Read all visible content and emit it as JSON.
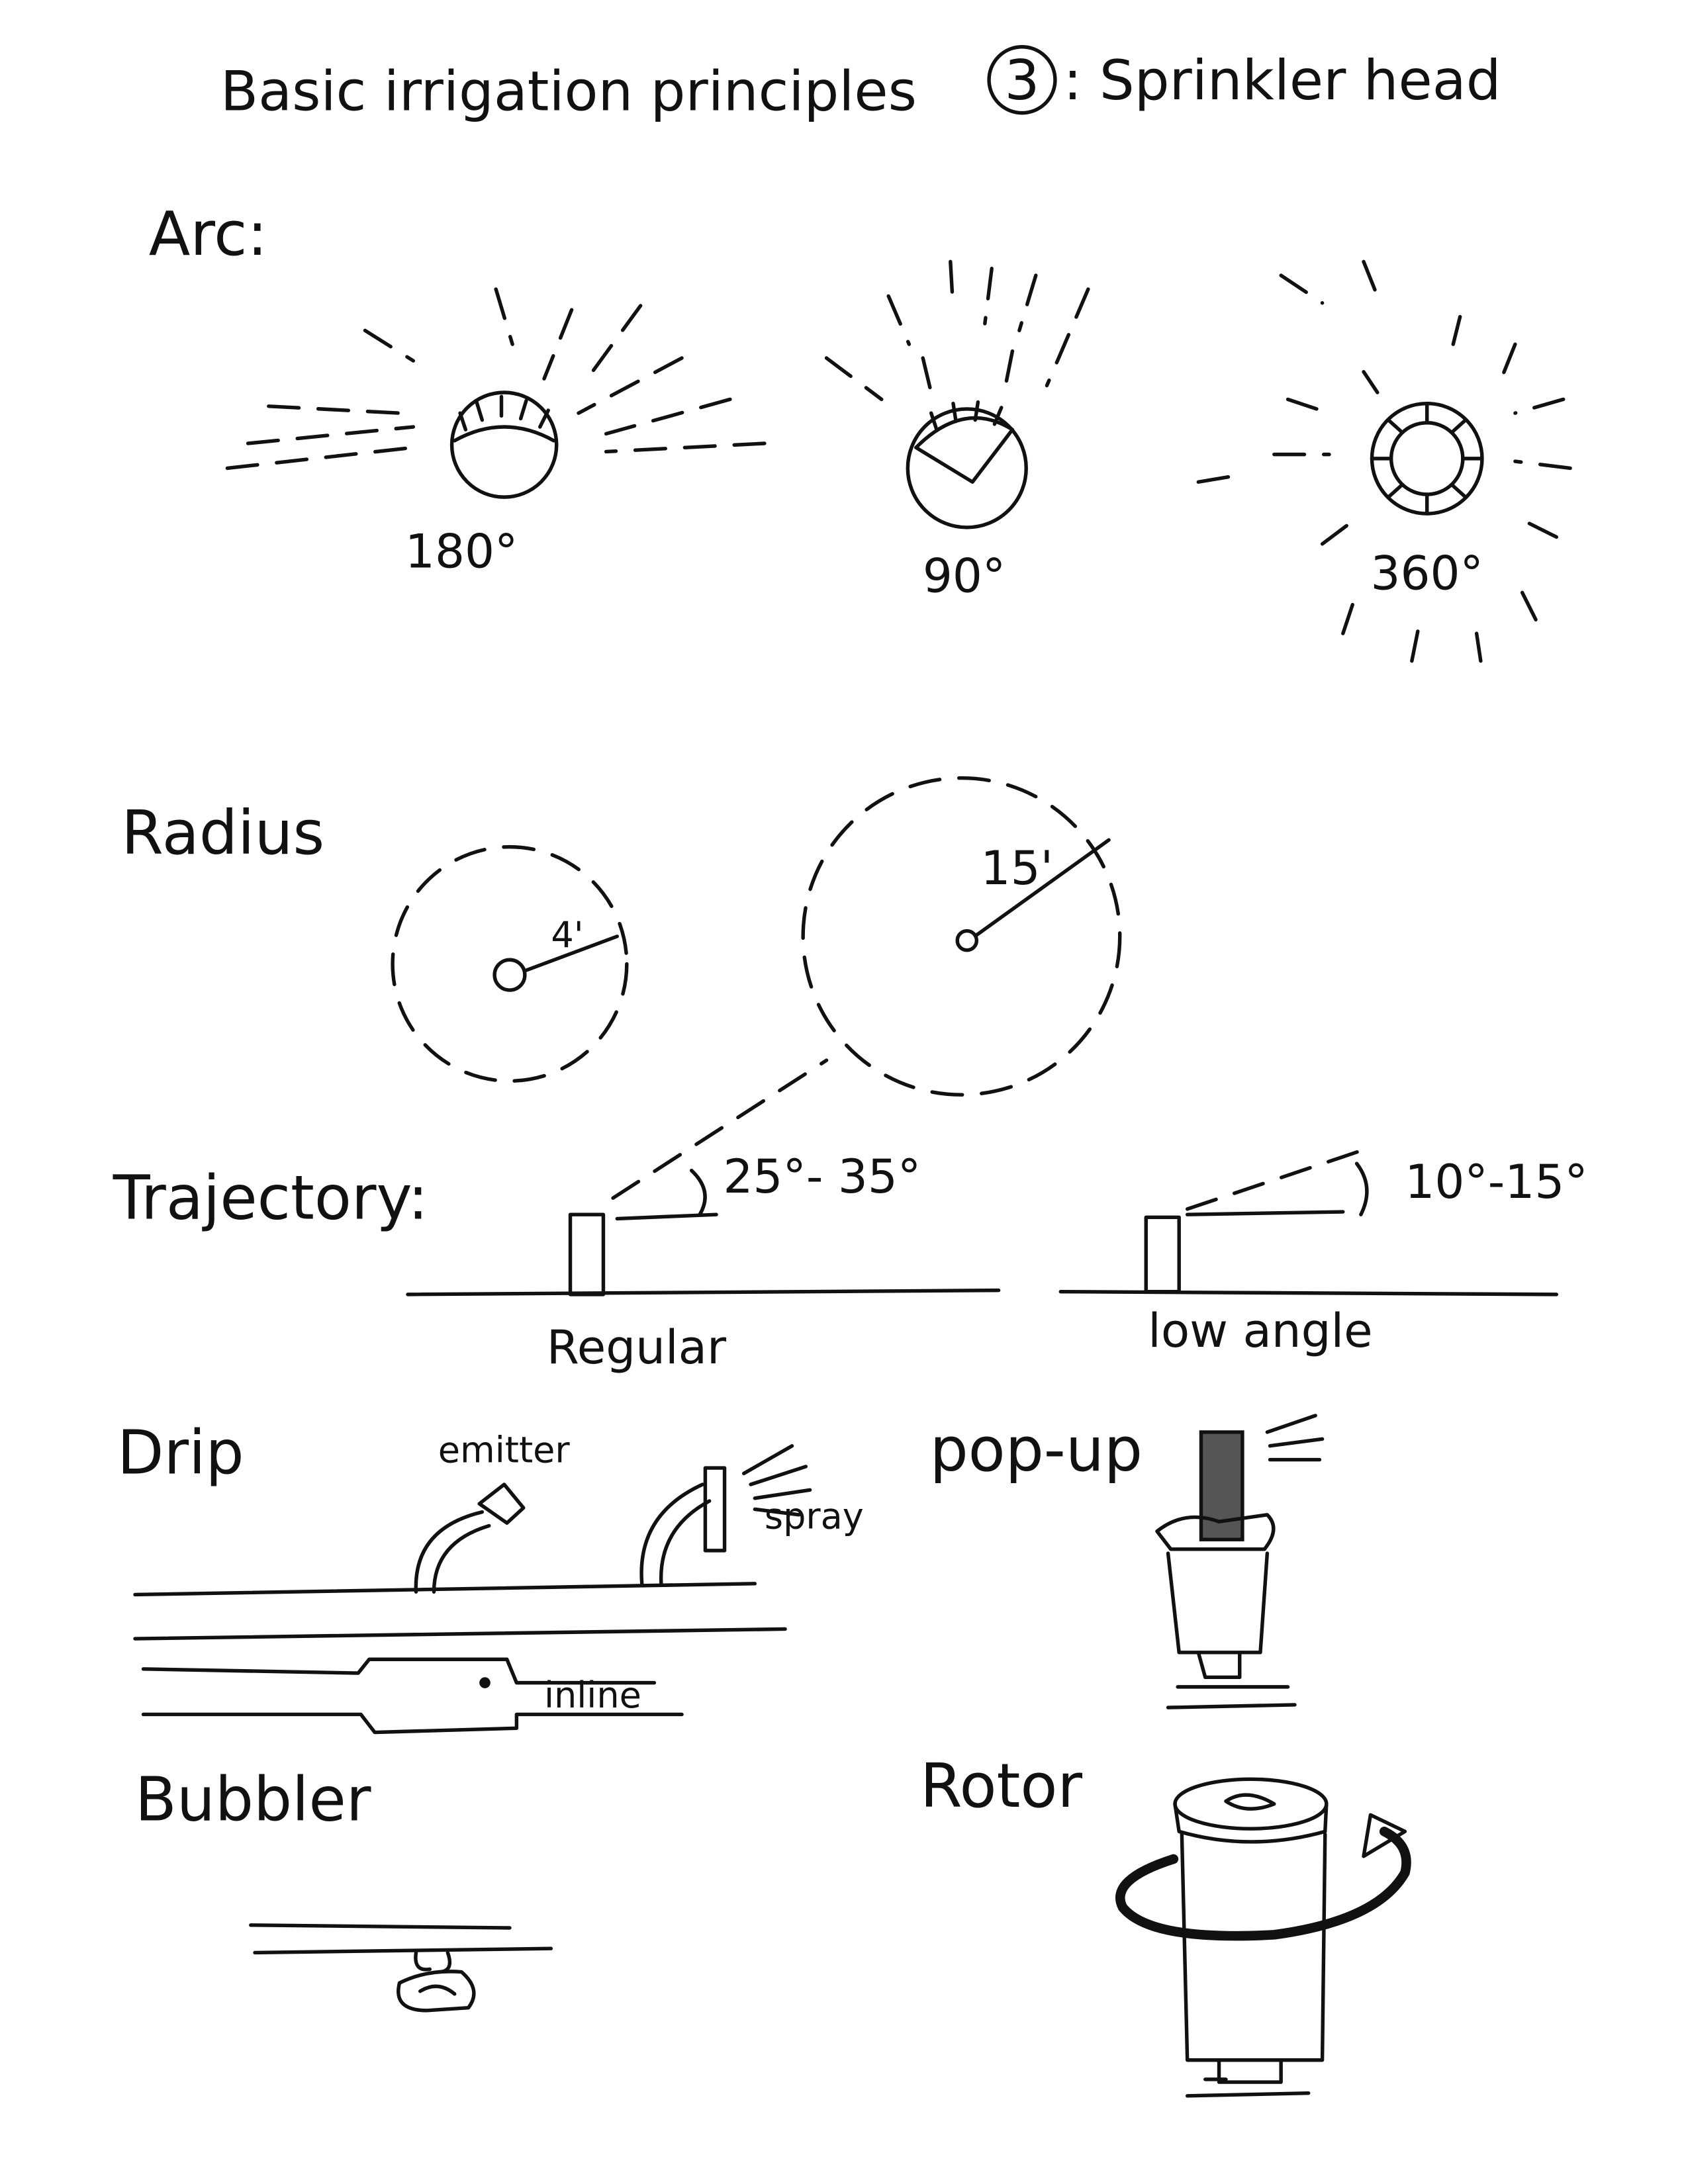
{
  "title": {
    "text": "Basic irrigation principles",
    "number": "3",
    "subtitle": ": Sprinkler head"
  },
  "arc": {
    "heading": "Arc:",
    "items": [
      {
        "label": "180°"
      },
      {
        "label": "90°"
      },
      {
        "label": "360°"
      }
    ]
  },
  "radius": {
    "heading": "Radius",
    "items": [
      {
        "label": "4'"
      },
      {
        "label": "15'"
      }
    ]
  },
  "trajectory": {
    "heading": "Trajectory:",
    "regular": {
      "angle": "25°- 35°",
      "label": "Regular"
    },
    "low": {
      "angle": "10°-15°",
      "label": "low angle"
    }
  },
  "drip": {
    "heading": "Drip",
    "emitter": "emitter",
    "spray": "spray",
    "inline": "inline"
  },
  "popup": {
    "heading": "pop-up"
  },
  "bubbler": {
    "heading": "Bubbler"
  },
  "rotor": {
    "heading": "Rotor"
  }
}
